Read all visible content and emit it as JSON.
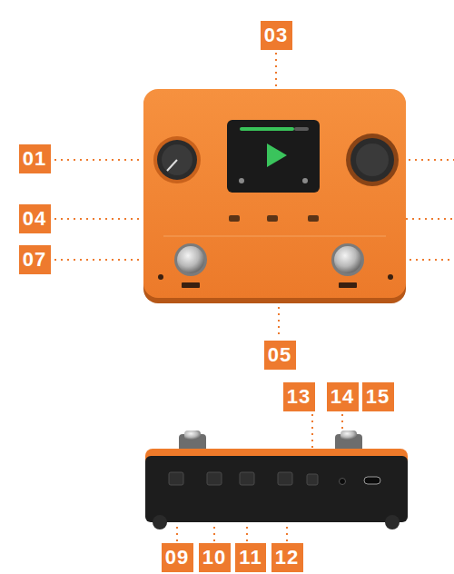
{
  "diagram": {
    "nodes": [
      {
        "text": [
          "03"
        ]
      },
      {
        "text": [
          "01"
        ]
      },
      {
        "text": [
          "04"
        ]
      },
      {
        "text": [
          "07"
        ]
      },
      {
        "text": [
          "05"
        ]
      },
      {
        "text": [
          "13"
        ]
      },
      {
        "text": [
          "14"
        ]
      },
      {
        "text": [
          "15"
        ]
      },
      {
        "text": [
          "09"
        ]
      },
      {
        "text": [
          "10"
        ]
      },
      {
        "text": [
          "11"
        ]
      },
      {
        "text": [
          "12"
        ]
      }
    ]
  }
}
